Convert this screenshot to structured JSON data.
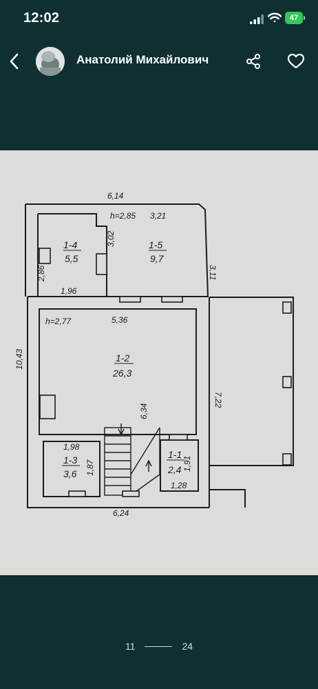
{
  "status_bar": {
    "time": "12:02",
    "battery": "47"
  },
  "header": {
    "title": "Анатолий Михайлович",
    "icons": {
      "back": "chevron-left-icon",
      "share": "share-icon",
      "favorite": "heart-icon"
    }
  },
  "floor_plan": {
    "labels": {
      "top_width": "6,14",
      "upper_height_1": "h=2,85",
      "dim_321": "3,21",
      "dim_302": "3,02",
      "dim_311": "3,11",
      "dim_286": "2,86",
      "dim_196": "1,96",
      "lower_height_1": "h=2,77",
      "dim_536": "5,36",
      "dim_1043": "10,43",
      "dim_722": "7,22",
      "dim_634": "6,34",
      "dim_198": "1,98",
      "dim_187": "1,87",
      "dim_191": "1,91",
      "dim_128": "1,28",
      "bottom_width": "6,24"
    },
    "rooms": [
      {
        "number": "1-4",
        "area": "5,5"
      },
      {
        "number": "1-5",
        "area": "9,7"
      },
      {
        "number": "1-2",
        "area": "26,3"
      },
      {
        "number": "1-3",
        "area": "3,6"
      },
      {
        "number": "1-1",
        "area": "2,4"
      }
    ]
  },
  "pager": {
    "current": "11",
    "total": "24"
  },
  "colors": {
    "background": "#0f2f31",
    "photo_bg": "#dedcd9",
    "battery": "#34c759"
  }
}
